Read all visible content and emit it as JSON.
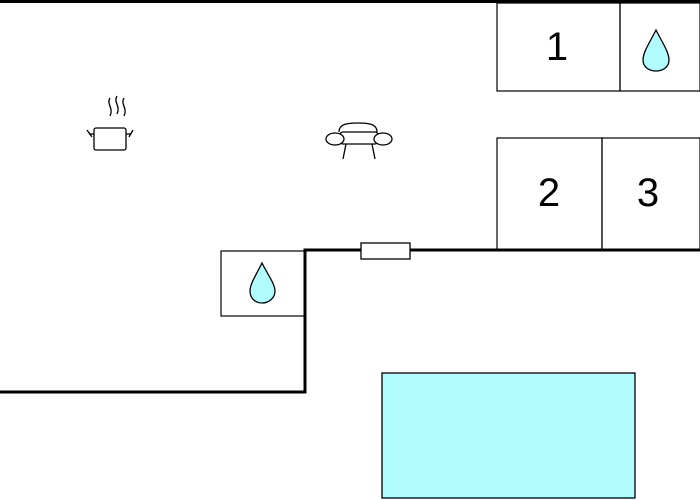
{
  "floorplan": {
    "rooms": [
      {
        "label": "1"
      },
      {
        "label": "2"
      },
      {
        "label": "3"
      }
    ],
    "icons": {
      "kitchen": "cooking-pot-icon",
      "living": "sofa-icon",
      "bathroom": "water-drop-icon",
      "window": "window-icon"
    },
    "colors": {
      "water": "#B0FCFF",
      "pool": "#B0FCFF",
      "wall": "#000000",
      "background": "#FFFFFF"
    }
  }
}
